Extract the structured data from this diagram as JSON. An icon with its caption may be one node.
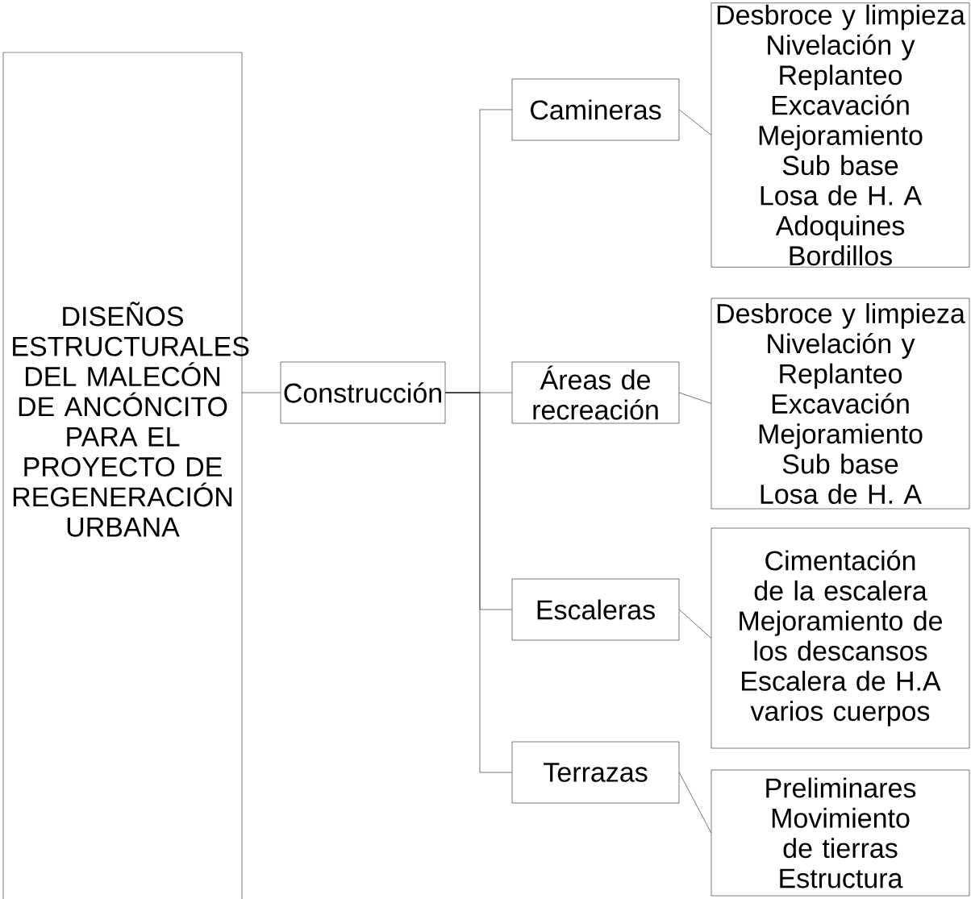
{
  "diagram": {
    "nodes": [
      {
        "text": [
          "DISEÑOS ESTRUCTURALES DEL MALECÓN DE ANCÓNCITO PARA EL PROYECTO DE REGENERACIÓN URBANA"
        ]
      },
      {
        "text": [
          "Construcción"
        ]
      },
      {
        "text": [
          "Camineras"
        ]
      },
      {
        "text": [
          "Áreas de recreación"
        ]
      },
      {
        "text": [
          "Escaleras"
        ]
      },
      {
        "text": [
          "Terrazas"
        ]
      },
      {
        "text": [
          "Desbroce y limpieza",
          "Nivelación y Replanteo",
          "Excavación",
          "Mejoramiento",
          "Sub base",
          "Losa de H. A",
          "Adoquines",
          "Bordillos"
        ]
      },
      {
        "text": [
          "Desbroce y limpieza",
          "Nivelación y Replanteo",
          "Excavación",
          "Mejoramiento",
          "Sub base",
          "Losa de H. A"
        ]
      },
      {
        "text": [
          "Cimentación de la escalera",
          "Mejoramiento de los descansos",
          "Escalera de H.A varios cuerpos"
        ]
      },
      {
        "text": [
          "Preliminares",
          "Movimiento de tierras",
          "Estructura"
        ]
      }
    ],
    "edges": [
      {
        "from": 0,
        "to": 1,
        "arrow": "none"
      },
      {
        "from": 1,
        "to": 2,
        "arrow": "none"
      },
      {
        "from": 1,
        "to": 3,
        "arrow": "none"
      },
      {
        "from": 1,
        "to": 4,
        "arrow": "none"
      },
      {
        "from": 1,
        "to": 5,
        "arrow": "none"
      },
      {
        "from": 2,
        "to": 6,
        "arrow": "none"
      },
      {
        "from": 3,
        "to": 7,
        "arrow": "none"
      },
      {
        "from": 4,
        "to": 8,
        "arrow": "none"
      },
      {
        "from": 5,
        "to": 9,
        "arrow": "none"
      }
    ]
  }
}
